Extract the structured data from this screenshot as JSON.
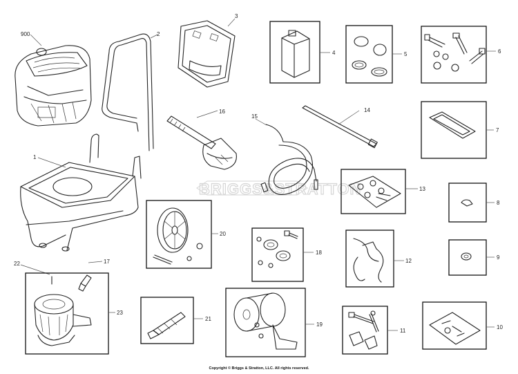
{
  "watermark": "BRIGGS&STRATTON",
  "copyright": "Copyright © Briggs & Stratton, LLC. All rights reserved.",
  "labels": {
    "p900": "900",
    "p1": "1",
    "p2": "2",
    "p3": "3",
    "p4": "4",
    "p5": "5",
    "p6": "6",
    "p7": "7",
    "p8": "8",
    "p9": "9",
    "p10": "10",
    "p11": "11",
    "p12": "12",
    "p13": "13",
    "p14": "14",
    "p15": "15",
    "p16": "16",
    "p17": "17",
    "p18": "18",
    "p19": "19",
    "p20": "20",
    "p21": "21",
    "p22": "22",
    "p23": "23"
  }
}
